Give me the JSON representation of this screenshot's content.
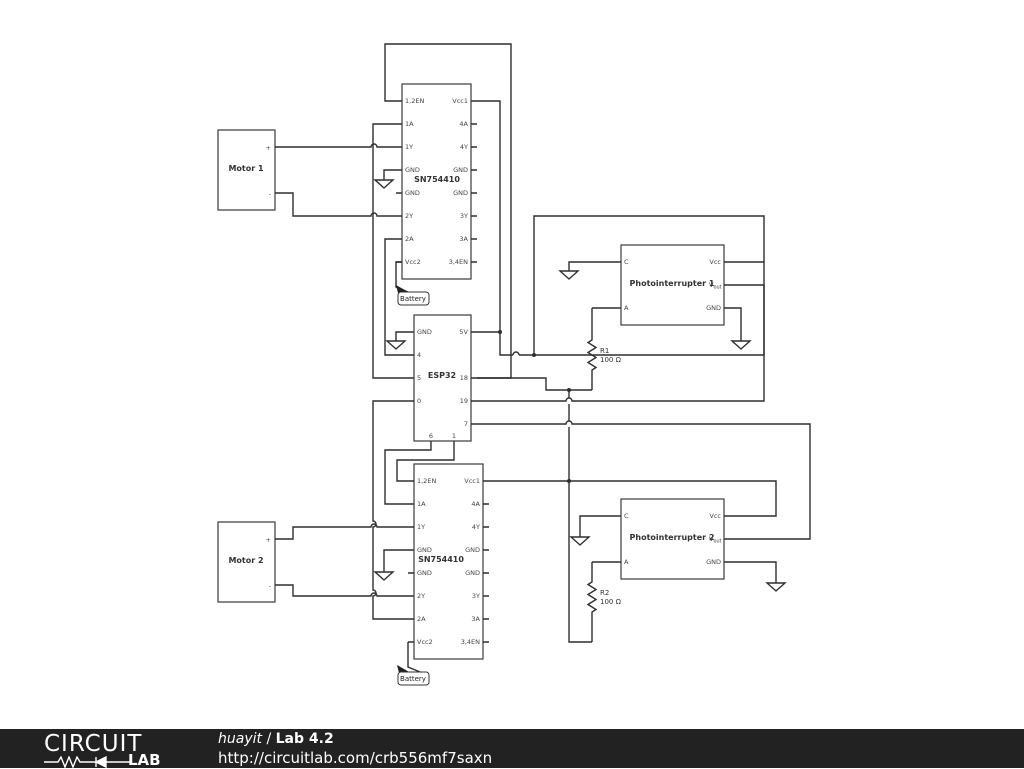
{
  "ics": [
    {
      "name": "SN754410",
      "left_pins": [
        "1,2EN",
        "1A",
        "1Y",
        "GND",
        "GND",
        "2Y",
        "2A",
        "Vcc2"
      ],
      "right_pins": [
        "Vcc1",
        "4A",
        "4Y",
        "GND",
        "GND",
        "3Y",
        "3A",
        "3,4EN"
      ]
    },
    {
      "name": "SN754410",
      "left_pins": [
        "1,2EN",
        "1A",
        "1Y",
        "GND",
        "GND",
        "2Y",
        "2A",
        "Vcc2"
      ],
      "right_pins": [
        "Vcc1",
        "4A",
        "4Y",
        "GND",
        "GND",
        "3Y",
        "3A",
        "3,4EN"
      ]
    }
  ],
  "esp32": {
    "name": "ESP32",
    "left_pins": [
      "GND",
      "4",
      "5",
      "0"
    ],
    "right_pins": [
      "5V",
      "18",
      "19",
      "7"
    ],
    "bottom_pins": [
      "6",
      "1"
    ]
  },
  "motors": [
    {
      "name": "Motor 1",
      "plus": "+",
      "minus": "-"
    },
    {
      "name": "Motor 2",
      "plus": "+",
      "minus": "-"
    }
  ],
  "photointerrupters": [
    {
      "name": "Photointerrupter 1",
      "c": "C",
      "a": "A",
      "vcc": "Vcc",
      "vout_main": "V",
      "vout_sub": "out",
      "gnd": "GND"
    },
    {
      "name": "Photointerrupter 2",
      "c": "C",
      "a": "A",
      "vcc": "Vcc",
      "vout_main": "V",
      "vout_sub": "out",
      "gnd": "GND"
    }
  ],
  "resistors": [
    {
      "name": "R1",
      "value": "100 Ω"
    },
    {
      "name": "R2",
      "value": "100 Ω"
    }
  ],
  "batteries": [
    "Battery",
    "Battery"
  ],
  "footer": {
    "logo_top": "CIRCUIT",
    "logo_bottom": "LAB",
    "author": "huayit",
    "separator": " / ",
    "project": "Lab 4.2",
    "url": "http://circuitlab.com/crb556mf7saxn"
  }
}
